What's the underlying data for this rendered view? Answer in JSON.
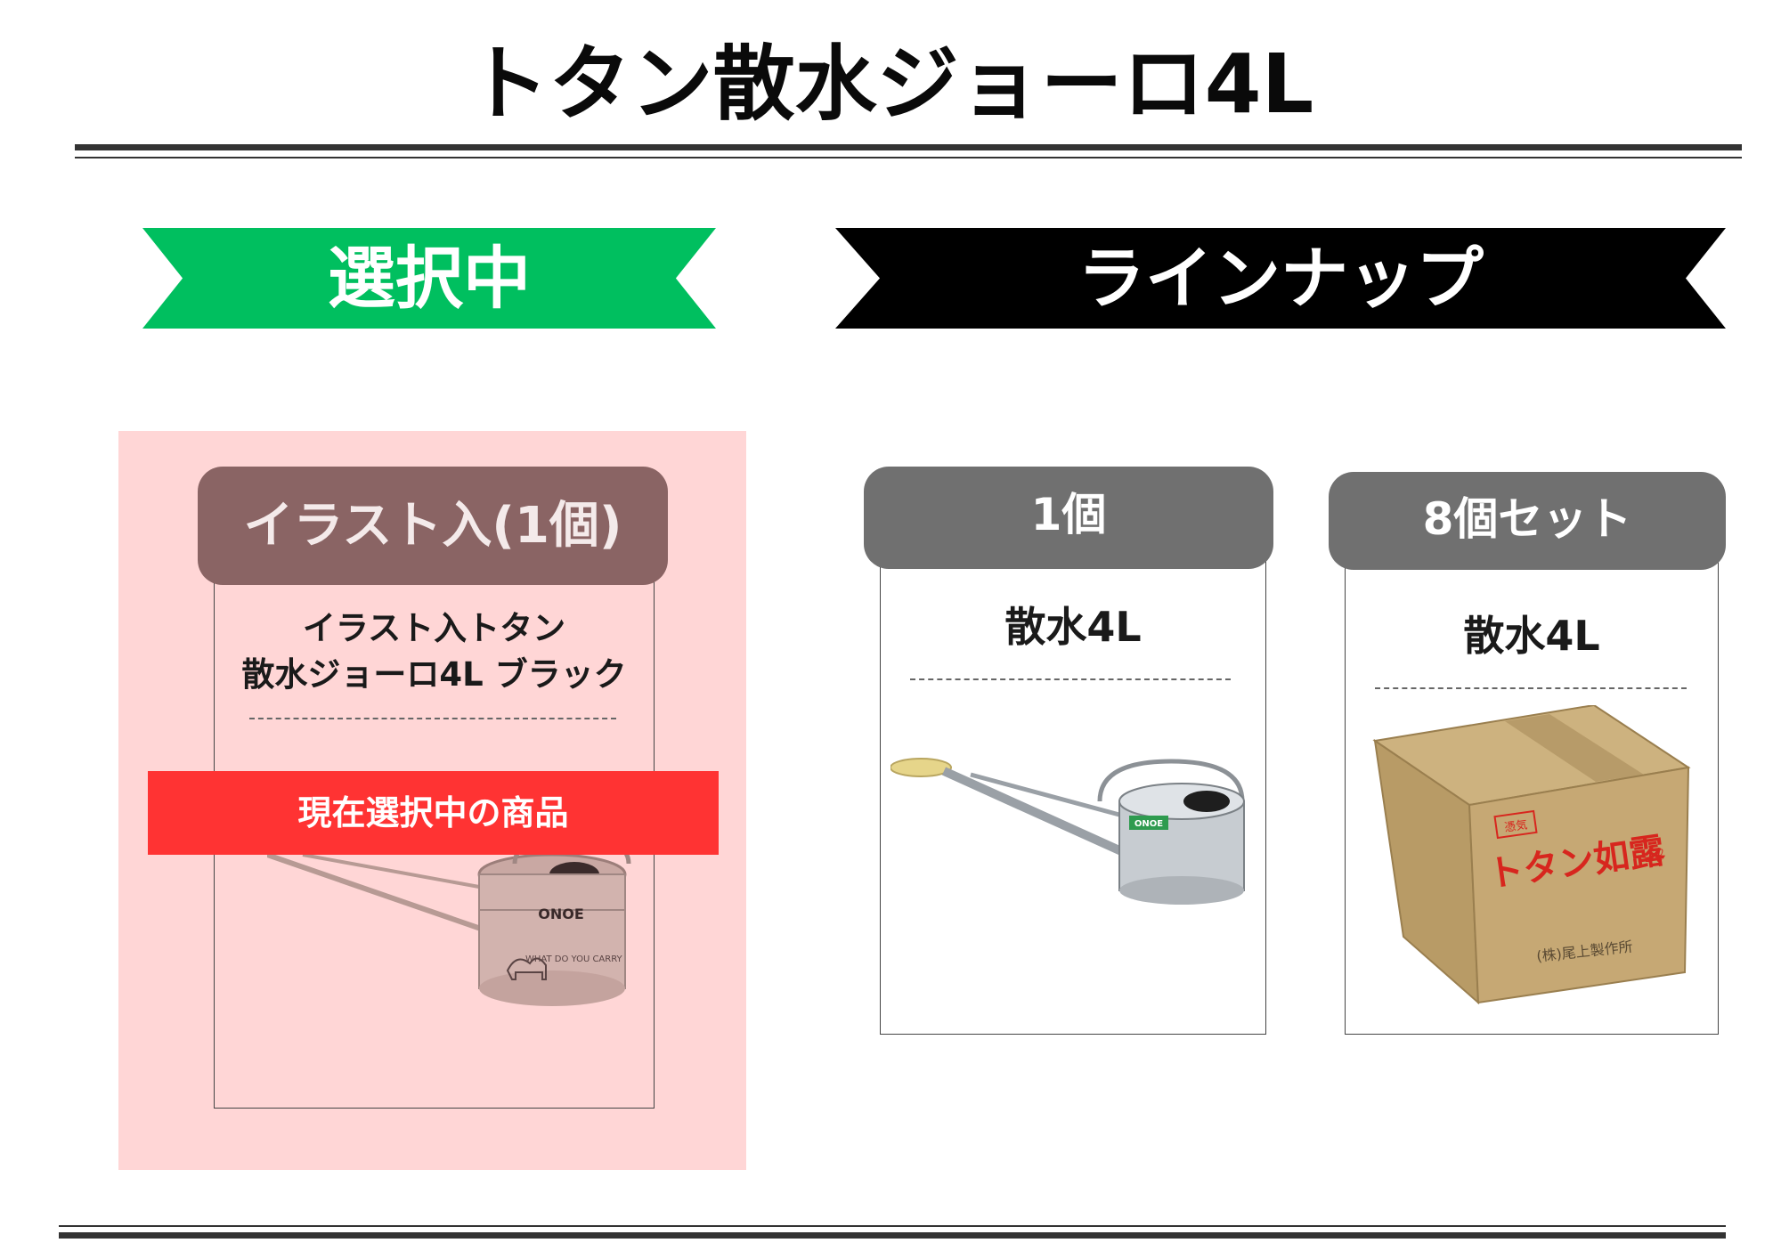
{
  "page": {
    "title": "トタン散水ジョーロ4L"
  },
  "banners": {
    "selected": "選択中",
    "lineup": "ラインナップ"
  },
  "selected_card": {
    "tab": "イラスト入(1個)",
    "name_line1": "イラスト入トタン",
    "name_line2": "散水ジョーロ4L ブラック",
    "current_label": "現在選択中の商品",
    "product_image": "watering-can-illustrated-icon",
    "can_brand": "ONOE",
    "can_print": "WHAT DO YOU CARRY"
  },
  "lineup": [
    {
      "tab": "1個",
      "name": "散水4L",
      "product_image": "watering-can-icon",
      "can_brand": "ONOE"
    },
    {
      "tab": "8個セット",
      "name": "散水4L",
      "product_image": "cardboard-box-icon",
      "box_text": "トタン如露",
      "box_size": "4ℓ",
      "box_badge": "憑気",
      "box_maker": "(株)尾上製作所"
    }
  ],
  "colors": {
    "green": "#00bf5f",
    "black": "#000000",
    "pink": "#ffd6d6",
    "selected_tab": "#8a6464",
    "gray_tab": "#707070",
    "red": "#ff3333"
  }
}
